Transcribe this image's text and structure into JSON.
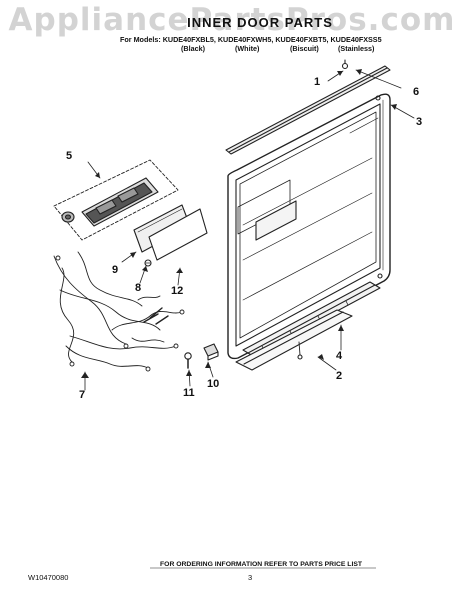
{
  "watermark": "AppliancePartsPros.com",
  "header": {
    "title": "INNER DOOR PARTS",
    "models_line": "For Models: KUDE40FXBL5, KUDE40FXWH5, KUDE40FXBT5, KUDE40FXSS5",
    "variants": [
      "(Black)",
      "(White)",
      "(Biscuit)",
      "(Stainless)"
    ]
  },
  "callouts": [
    "1",
    "2",
    "3",
    "4",
    "5",
    "6",
    "7",
    "8",
    "9",
    "10",
    "11",
    "12"
  ],
  "footer": {
    "ordering_note": "FOR ORDERING INFORMATION REFER TO PARTS PRICE LIST",
    "document_number": "W10470080",
    "page_number": "3"
  }
}
